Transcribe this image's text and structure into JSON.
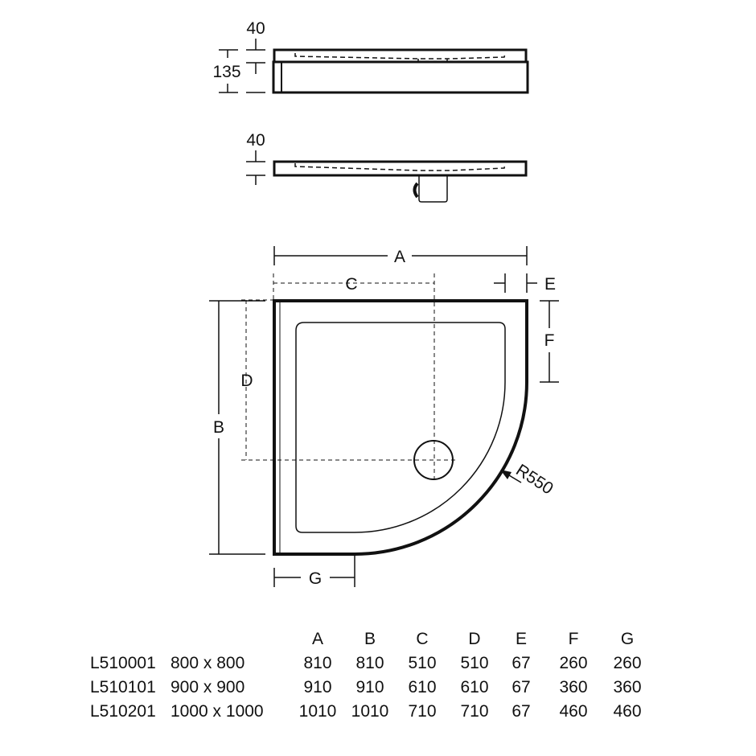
{
  "side_view_top": {
    "dim_lip": "40",
    "dim_height": "135"
  },
  "side_view_bottom": {
    "dim_lip": "40"
  },
  "plan_view": {
    "dims": {
      "A": "A",
      "B": "B",
      "C": "C",
      "D": "D",
      "E": "E",
      "F": "F",
      "G": "G",
      "radius": "R550"
    }
  },
  "table": {
    "headers": [
      "A",
      "B",
      "C",
      "D",
      "E",
      "F",
      "G"
    ],
    "rows": [
      {
        "code": "L510001",
        "size": "800 x 800",
        "values": [
          "810",
          "810",
          "510",
          "510",
          "67",
          "260",
          "260"
        ]
      },
      {
        "code": "L510101",
        "size": "900 x 900",
        "values": [
          "910",
          "910",
          "610",
          "610",
          "67",
          "360",
          "360"
        ]
      },
      {
        "code": "L510201",
        "size": "1000 x 1000",
        "values": [
          "1010",
          "1010",
          "710",
          "710",
          "67",
          "460",
          "460"
        ]
      }
    ]
  }
}
